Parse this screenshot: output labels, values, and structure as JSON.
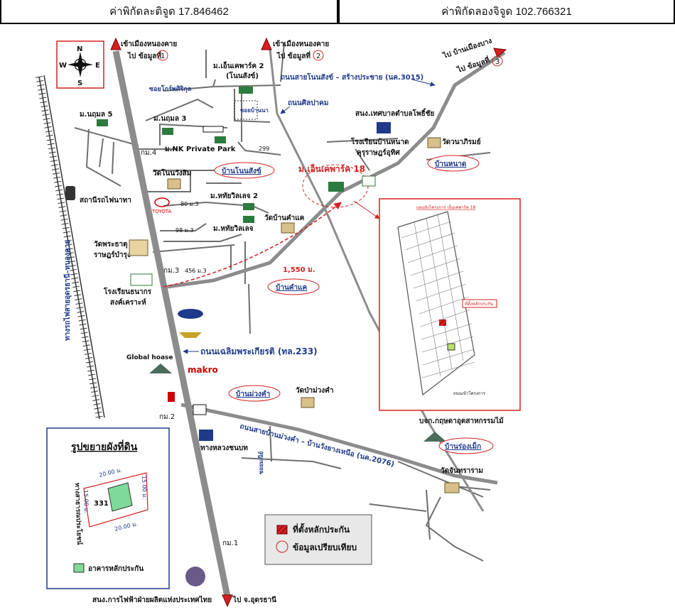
{
  "coordinates": {
    "latitude_label": "ค่าพิกัดละติจูด 17.846462",
    "longitude_label": "ค่าพิกัดลองจิจูด 102.766321"
  },
  "compass": {
    "n": "N",
    "s": "S",
    "e": "E",
    "w": "W"
  },
  "top_roads": {
    "left_dir": "เข้าเมืองหนองคาย",
    "left_ref": "ไป ข้อมูลที่",
    "left_num": "1",
    "mid_dir": "เข้าเมืองหนองคาย",
    "mid_ref": "ไป ข้อมูลที่",
    "mid_num": "2",
    "right_dir": "ไป บ้านเมืองบาง",
    "right_ref": "ไป ข้อมูลที่",
    "right_num": "3"
  },
  "roads": {
    "non_sung": "ถนนสายโนนสังข์ – สร้างประชาย (นค.3015)",
    "sin_pakom": "ถนนศิลปาคม",
    "khong_ko": "ซอยโกร์พศิริกุล",
    "soi_ban_na": "ซอยบ้านนา",
    "mitraphap": "ถนนเฉลิมพระเกียรติ (ทล.233)",
    "muang_kham": "ถนนสายบ้านม่วงคำ – บ้านวังยางเหนือ (นค.2076)",
    "railway": "ทางรถไฟสายอุดรธานี–หนองคาย",
    "local_a": "ทางหลวงชนบท",
    "soi_kam": "ซอยมณีย์"
  },
  "places": {
    "m_en_ka": "ม.เอ็นเคพาร์ค 2",
    "non_sung_paren": "(โนนสังข์)",
    "nu_kun5": "ม.นฤมล 5",
    "nu_kun3": "ม.นฤมล 3",
    "nk_private": "ม.NK Private Park",
    "km4": "กม.4",
    "wat_non": "วัดโนนวังสิม",
    "train_station": "สถานีรถไฟนาทา",
    "toyota": "TOYOTA",
    "m_thai_2": "ม.หทัยวิลเลจ 2",
    "m_thai": "ม.หทัยวิลเลจ",
    "addr_80": "80 ม.3",
    "addr_98": "98 ม.3",
    "addr_299": "299",
    "addr_456": "456 ม.3",
    "wat_ban_kham": "วัดบ้านคำแค",
    "wat_phra": "วัดพระธาตุ",
    "wat_phra2": "ราษฎร์บำรุง",
    "km3": "กม.3",
    "school_thana": "โรงเรียนธนากร",
    "school_thana2": "สงค์เคราะห์",
    "global_house": "Global hoase",
    "makro": "makro",
    "km2": "กม.2",
    "km1": "กม.1",
    "tessaban": "สนง.เทศบาลตำบลโพธิ์ชัย",
    "school_ban_nat": "โรงเรียนบ้านหนาด",
    "school_ban_nat2": "คุรุราษฎร์อุทิศ",
    "wat_wana": "วัดวนาภิรมย์",
    "ban_nat": "บ้านหนาด",
    "ban_non_sung": "บ้านโนนสังข์",
    "ban_kham_kae": "บ้านคำแค",
    "ban_muang_kham": "บ้านม่วงคำ",
    "wat_pa_muang": "วัดป่าม่วงคำ",
    "bo_kor": "บจก.กฤษดาอุตสาหกรรมไม้",
    "ban_rong_mek": "บ้านร่องเม็ก",
    "wat_chan": "วัดจันทราราม",
    "egat": "สนง.การไฟฟ้าฝ่ายผลิตแห่งประเทศไทย",
    "to_udon": "ไป จ.อุดรธานี",
    "subject": "ม.เอ็นเคพาร์ค 18",
    "distance": "1,550 ม."
  },
  "inset_plan": {
    "title": "แผนผังโครงการ เอ็นเคพาร์ค 18",
    "lot_label": "ที่ตั้งหลักประกัน",
    "road_label": "ถนนเข้าโครงการ"
  },
  "land_diagram": {
    "title": "รูปขยายผังที่ดิน",
    "top_dim": "20.00 ม.",
    "right_dim": "15.00 ม.",
    "bottom_dim": "20.00 ม.",
    "left_dim": "15.00 ม.",
    "lot_number": "331",
    "side_road": "ทางสาธารณประโยชน์",
    "legend_building": "อาคารหลักประกัน"
  },
  "legend": {
    "collateral": "ที่ตั้งหลักประกัน",
    "comparison": "ข้อมูลเปรียบเทียบ"
  },
  "colors": {
    "road_main": "#8c8c8c",
    "road_minor": "#6f6f6f",
    "label_blue": "#1f3a8a",
    "highlight_red": "#d62020",
    "lot_green": "#7fd99a"
  }
}
